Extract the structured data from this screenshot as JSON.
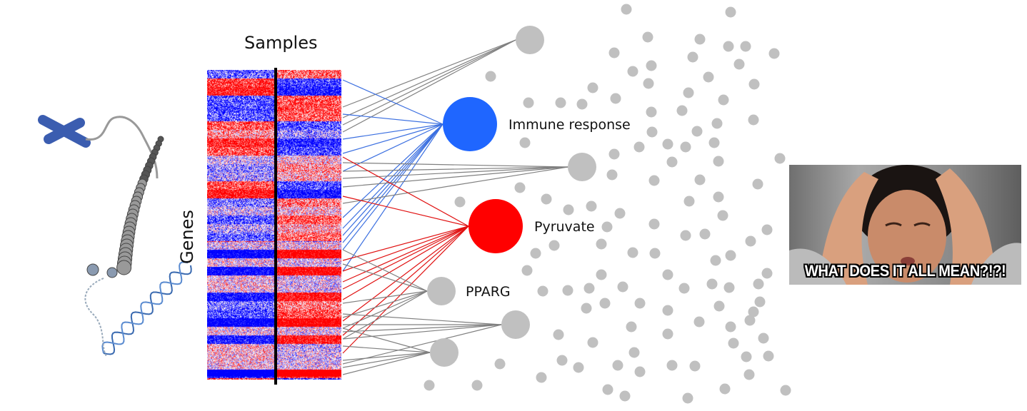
{
  "labels": {
    "samples": "Samples",
    "genes": "Genes",
    "immune": "Immune response",
    "pyruvate": "Pyruvate",
    "pparg": "PPARG"
  },
  "meme": {
    "caption": "WHAT DOES IT ALL MEAN?!?!"
  },
  "colors": {
    "up": "#ff0000",
    "down": "#1f66ff",
    "node": "#c0c0c0",
    "edge": "#808080"
  }
}
